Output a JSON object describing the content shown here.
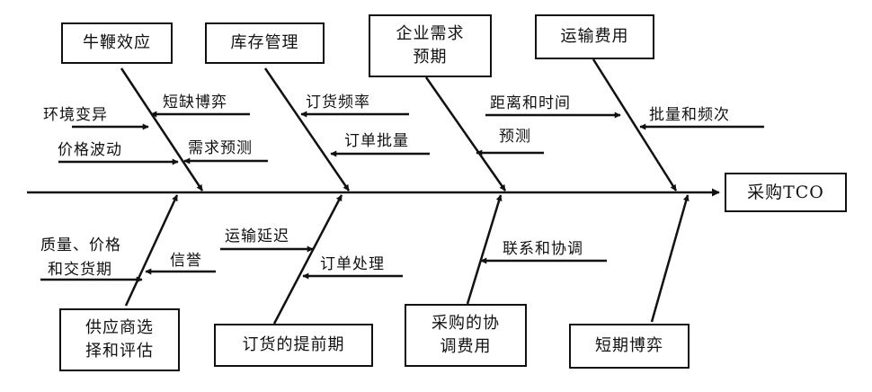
{
  "outcome": "采购TCO",
  "causes": {
    "bullwhip": "牛鞭效应",
    "inventory_mgmt": "库存管理",
    "demand_forecast": [
      "企业需求",
      "预期"
    ],
    "transport_cost": "运输费用",
    "supplier_select": [
      "供应商选",
      "择和评估"
    ],
    "order_lead_time": "订货的提前期",
    "coordination_cost": [
      "采购的协",
      "调费用"
    ],
    "short_term_game": "短期博弈"
  },
  "factors": {
    "env_change": "环境变异",
    "shortage_game": "短缺博弈",
    "price_fluct": "价格波动",
    "demand_pred": "需求预测",
    "order_freq": "订货频率",
    "order_batch": "订单批量",
    "distance_time": "距离和时间",
    "forecast": "预测",
    "batch_freq": "批量和频次",
    "quality_price_delivery": [
      "质量、价格",
      "和交货期"
    ],
    "reputation": "信誉",
    "transport_delay": "运输延迟",
    "order_processing": "订单处理",
    "contact_coord": "联系和协调"
  }
}
